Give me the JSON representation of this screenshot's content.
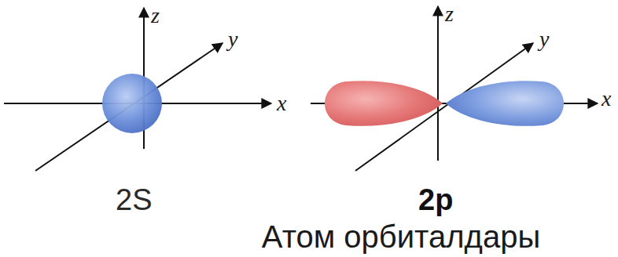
{
  "diagram": {
    "caption": "Атом орбиталдары",
    "labels": [
      "z",
      "y",
      "x",
      "2S",
      "z",
      "y",
      "x",
      "2p"
    ]
  }
}
